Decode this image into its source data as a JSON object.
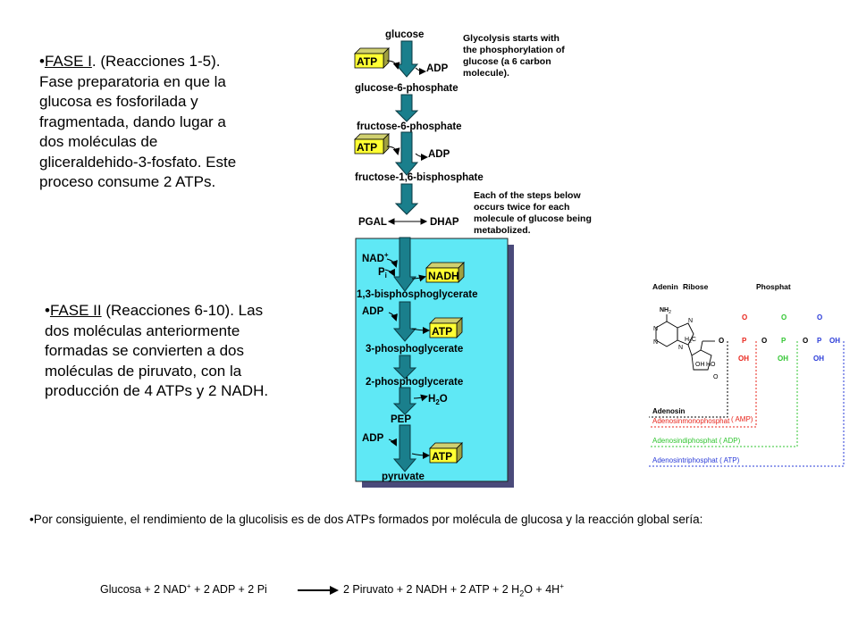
{
  "fase1": {
    "bullet": "•",
    "title": "FASE I",
    "rest": ". (Reacciones 1-5).",
    "body": "Fase preparatoria en que la glucosa es fosforilada y fragmentada, dando lugar a dos moléculas de gliceraldehido-3-fosfato. Este proceso consume 2 ATPs."
  },
  "fase2": {
    "bullet": "•",
    "title": "FASE II",
    "rest": " (Reacciones 6-10).",
    "body": "Las dos moléculas anteriormente formadas se convierten a dos moléculas de piruvato, con la producción de 4 ATPs y 2 NADH."
  },
  "conclusion": "•Por consiguiente, el rendimiento de la glucolisis es de dos ATPs formados por molécula de glucosa y la reacción global sería:",
  "equation": {
    "left": "Glucosa + 2 NAD",
    "left_sup": "+",
    "left_rest": " + 2 ADP + 2 Pi",
    "right_a": "2 Piruvato + 2 NADH + 2 ATP + 2 H",
    "right_sub": "2",
    "right_b": "O + 4H",
    "right_sup": "+"
  },
  "pathway": {
    "glucose": "glucose",
    "note1_l1": "Glycolysis starts with",
    "note1_l2": "the phosphorylation of",
    "note1_l3": "glucose (a 6 carbon",
    "note1_l4": "molecule).",
    "atp": "ATP",
    "adp": "ADP",
    "g6p": "glucose-6-phosphate",
    "f6p": "fructose-6-phosphate",
    "f16bp": "fructose-1,6-bisphosphate",
    "note2_l1": "Each of the steps below",
    "note2_l2": "occurs twice for each",
    "note2_l3": "molecule of glucose being",
    "note2_l4": "metabolized.",
    "pgal": "PGAL",
    "dhap": "DHAP",
    "nad": "NAD",
    "nad_sup": "+",
    "pi": "P",
    "pi_sub": "i",
    "nadh": "NADH",
    "bpg": "1,3-bisphosphoglycerate",
    "pg3": "3-phosphoglycerate",
    "pg2": "2-phosphoglycerate",
    "h2o_a": "H",
    "h2o_sub": "2",
    "h2o_b": "O",
    "pep": "PEP",
    "pyruvate": "pyruvate"
  },
  "atp_structure": {
    "adenin": "Adenin",
    "ribose": "Ribose",
    "phosphat": "Phosphat",
    "nh2": "NH",
    "nh2_sub": "2",
    "h2c": "H",
    "h2c_sub": "2",
    "h2c_c": "C",
    "oh": "OH",
    "ho": "HO",
    "o": "O",
    "p": "P",
    "n": "N",
    "adenosin": "Adenosin",
    "amp": "( AMP)",
    "amp_name": "Adenosinmonophosphat",
    "adp_name": "Adenosindiphosphat  ( ADP)",
    "atp_name": "Adenosintriphosphat  ( ATP)",
    "colors": {
      "amp": "#e8241b",
      "adp": "#31c531",
      "atp": "#2a3bd8"
    }
  }
}
